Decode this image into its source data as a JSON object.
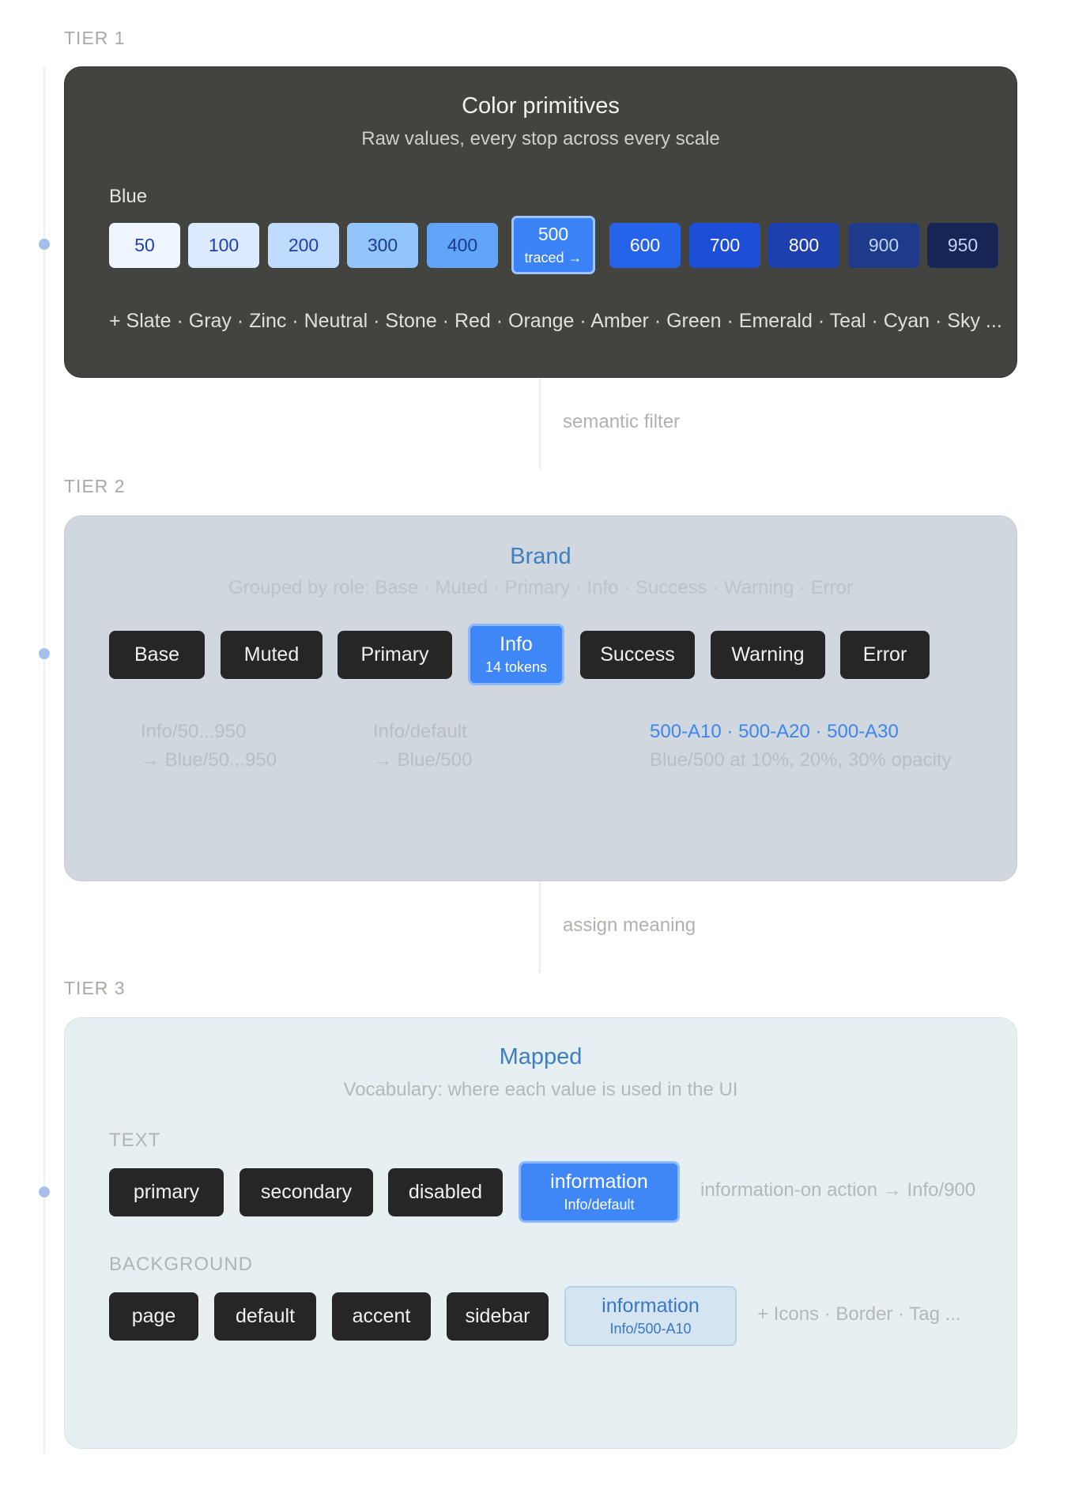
{
  "tier1": {
    "label": "TIER 1",
    "title": "Color primitives",
    "subtitle": "Raw values, every stop across every scale",
    "scale_name": "Blue",
    "swatches": [
      {
        "label": "50",
        "bg": "#eff6ff",
        "fg": "#1e40af"
      },
      {
        "label": "100",
        "bg": "#dbeafe",
        "fg": "#1e40af"
      },
      {
        "label": "200",
        "bg": "#bfdbfe",
        "fg": "#1e40af"
      },
      {
        "label": "300",
        "bg": "#93c5fd",
        "fg": "#1e3a8a"
      },
      {
        "label": "400",
        "bg": "#60a5fa",
        "fg": "#1e3a8a"
      },
      {
        "label": "500",
        "sub": "traced →",
        "bg": "#3b82f6",
        "fg": "#ffffff",
        "selected": true
      },
      {
        "label": "600",
        "bg": "#2563eb",
        "fg": "#ffffff"
      },
      {
        "label": "700",
        "bg": "#1d4ed8",
        "fg": "#ffffff"
      },
      {
        "label": "800",
        "bg": "#1e40af",
        "fg": "#ffffff"
      },
      {
        "label": "900",
        "bg": "#1e3a8a",
        "fg": "#bfd4ff"
      },
      {
        "label": "950",
        "bg": "#172554",
        "fg": "#bfd4ff"
      }
    ],
    "more_scales": "+ Slate · Gray · Zinc · Neutral · Stone · Red · Orange · Amber · Green · Emerald · Teal · Cyan · Sky ..."
  },
  "connector1": "semantic filter",
  "tier2": {
    "label": "TIER 2",
    "title": "Brand",
    "subtitle": "Grouped by role: Base · Muted · Primary · Info · Success · Warning · Error",
    "roles": [
      {
        "label": "Base"
      },
      {
        "label": "Muted"
      },
      {
        "label": "Primary"
      },
      {
        "label": "Info",
        "sub": "14 tokens",
        "selected": true
      },
      {
        "label": "Success"
      },
      {
        "label": "Warning"
      },
      {
        "label": "Error"
      }
    ],
    "mappings": [
      {
        "line1": "Info/50...950",
        "line2": "→ Blue/50...950"
      },
      {
        "line1": "Info/default",
        "line2": "→ Blue/500"
      },
      {
        "line1": "500-A10 · 500-A20 · 500-A30",
        "line2": "Blue/500 at 10%, 20%, 30% opacity"
      }
    ]
  },
  "connector2": "assign meaning",
  "tier3": {
    "label": "TIER 3",
    "title": "Mapped",
    "subtitle": "Vocabulary: where each value is used in the UI",
    "text_group": {
      "label": "TEXT",
      "chips": [
        {
          "label": "primary"
        },
        {
          "label": "secondary"
        },
        {
          "label": "disabled"
        },
        {
          "label": "information",
          "sub": "Info/default",
          "selected": true
        }
      ],
      "note": "information-on action → Info/900"
    },
    "background_group": {
      "label": "BACKGROUND",
      "chips": [
        {
          "label": "page"
        },
        {
          "label": "default"
        },
        {
          "label": "accent"
        },
        {
          "label": "sidebar"
        },
        {
          "label": "information",
          "sub": "Info/500-A10",
          "selected": true
        }
      ],
      "note": "+ Icons · Border · Tag ..."
    }
  }
}
